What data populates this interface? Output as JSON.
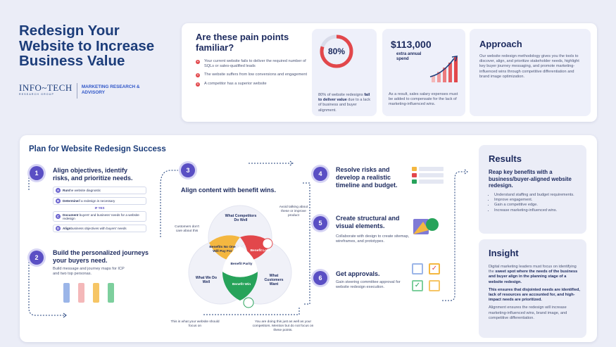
{
  "title": "Redesign Your Website to Increase Business Value",
  "logo": {
    "brand": "INFO~TECH",
    "sub": "RESEARCH GROUP",
    "tag": "MARKETING RESEARCH & ADVISORY"
  },
  "pain": {
    "title": "Are these pain points familiar?",
    "items": [
      "Your current website fails to deliver the required number of SQLs or sales-qualified leads",
      "The website suffers from low conversions and engagement",
      "A competitor has a superior website"
    ]
  },
  "stat1": {
    "value": "80%",
    "pct": 80,
    "pre": "80% of website redesigns ",
    "bold": "fail to deliver value",
    "post": " due to a lack of business and buyer alignment."
  },
  "stat2": {
    "value": "$113,000",
    "label": "extra annual spend",
    "text": "As a result, sales salary expenses must be added to compensate for the lack of marketing-influenced wins."
  },
  "approach": {
    "title": "Approach",
    "text": "Our website redesign methodology gives you the tools to discover, align, and prioritize stakeholder needs, highlight key buyer journey messaging, and promote marketing-influenced wins through competitive differentiation and brand image optimization."
  },
  "plan": {
    "title": "Plan for Website Redesign Success",
    "s1": {
      "n": "1",
      "title": "Align objectives, identify risks, and prioritize needs.",
      "steps": [
        {
          "k": "A",
          "b": "Run",
          "t": " the website diagnostic"
        },
        {
          "k": "B",
          "b": "Determine",
          "t": " if a redesign is necessary"
        },
        {
          "k": "C",
          "b": "Document",
          "t": " buyers' and business' needs for a website redesign"
        },
        {
          "k": "D",
          "b": "Align",
          "t": " business objectives with buyers' needs"
        }
      ],
      "ifyes": "IF YES"
    },
    "s2": {
      "n": "2",
      "title": "Build the personalized journeys your buyers need.",
      "text": "Build message and journey maps for ICP and two top personas."
    },
    "s3": {
      "n": "3",
      "title": "Align content with benefit wins.",
      "venn": {
        "top": "What Competitors Do Well",
        "left": "What We Do Well",
        "right": "What Customers Want",
        "c1": "Benefits No One Will Pay For",
        "c2": "Benefit Loss",
        "c3": "Benefit Win",
        "center": "Benefit Parity"
      },
      "notes": {
        "left": "Customers don't care about this",
        "right": "Avoid talking about these or improve product",
        "bottomLeft": "This is what your website should focus on",
        "bottomRight": "You are doing this just as well as your competitors. Mention but do not focus on these points."
      }
    },
    "s4": {
      "n": "4",
      "title": "Resolve risks and develop a realistic timeline and budget."
    },
    "s5": {
      "n": "5",
      "title": "Create structural and visual elements.",
      "text": "Collaborate with design to create sitemap, wireframes, and prototypes."
    },
    "s6": {
      "n": "6",
      "title": "Get approvals.",
      "text": "Gain steering committee approval for website redesign execution."
    }
  },
  "results": {
    "title": "Results",
    "sub": "Reap key benefits with a business/buyer-aligned website redesign.",
    "items": [
      "Understand staffing and budget requirements.",
      "Improve engagement.",
      "Gain a competitive edge.",
      "Increase marketing-influenced wins."
    ]
  },
  "insight": {
    "title": "Insight",
    "p1a": "Digital marketing leaders must focus on identifying the ",
    "p1b": "sweet spot where the needs of the business and buyer align in the planning stage of a website redesign.",
    "p2": "This ensures that disjointed needs are identified, lack of resources are accounted for, and high-impact needs are prioritized.",
    "p3": "Alignment ensures the redesign will increase marketing-influenced wins, brand image, and competitive differentiation."
  },
  "colors": {
    "accent": "#5a4fc4",
    "red": "#e2474b",
    "yellow": "#f4b740",
    "green": "#27a35a",
    "navy": "#1c3d7a"
  }
}
